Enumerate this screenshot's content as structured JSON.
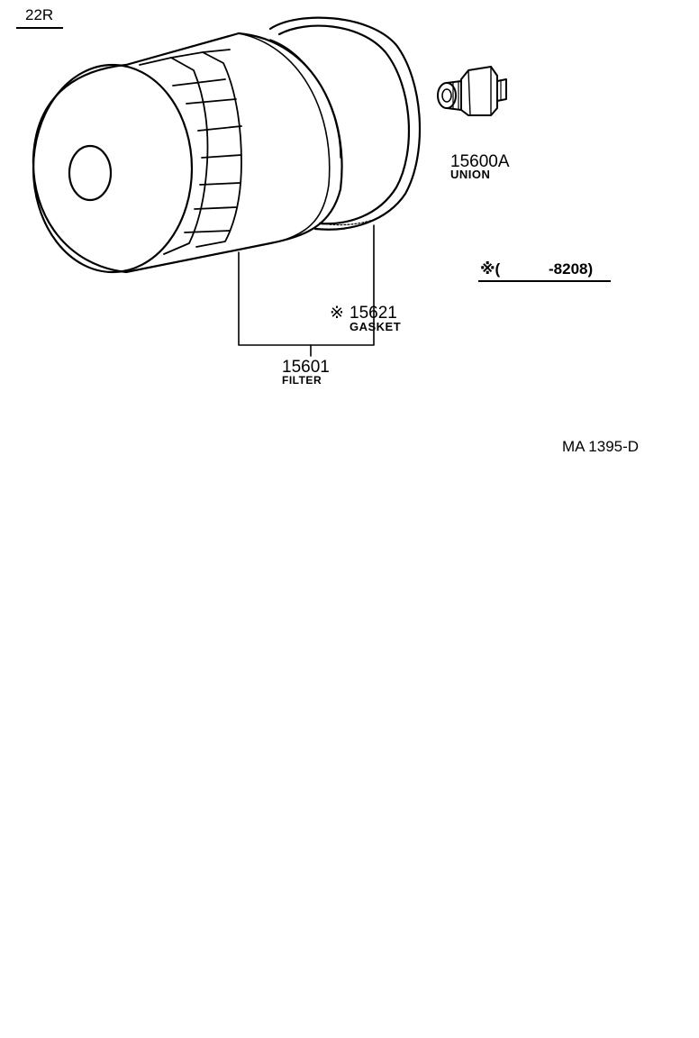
{
  "model_label": "22R",
  "parts": {
    "union": {
      "number": "15600A",
      "name": "UNION"
    },
    "gasket": {
      "mark": "※",
      "number": "15621",
      "name": "GASKET"
    },
    "filter": {
      "number": "15601",
      "name": "FILTER"
    }
  },
  "range_note": {
    "mark": "※(",
    "value": "-8208)"
  },
  "drawing_ref": "MA 1395-D"
}
